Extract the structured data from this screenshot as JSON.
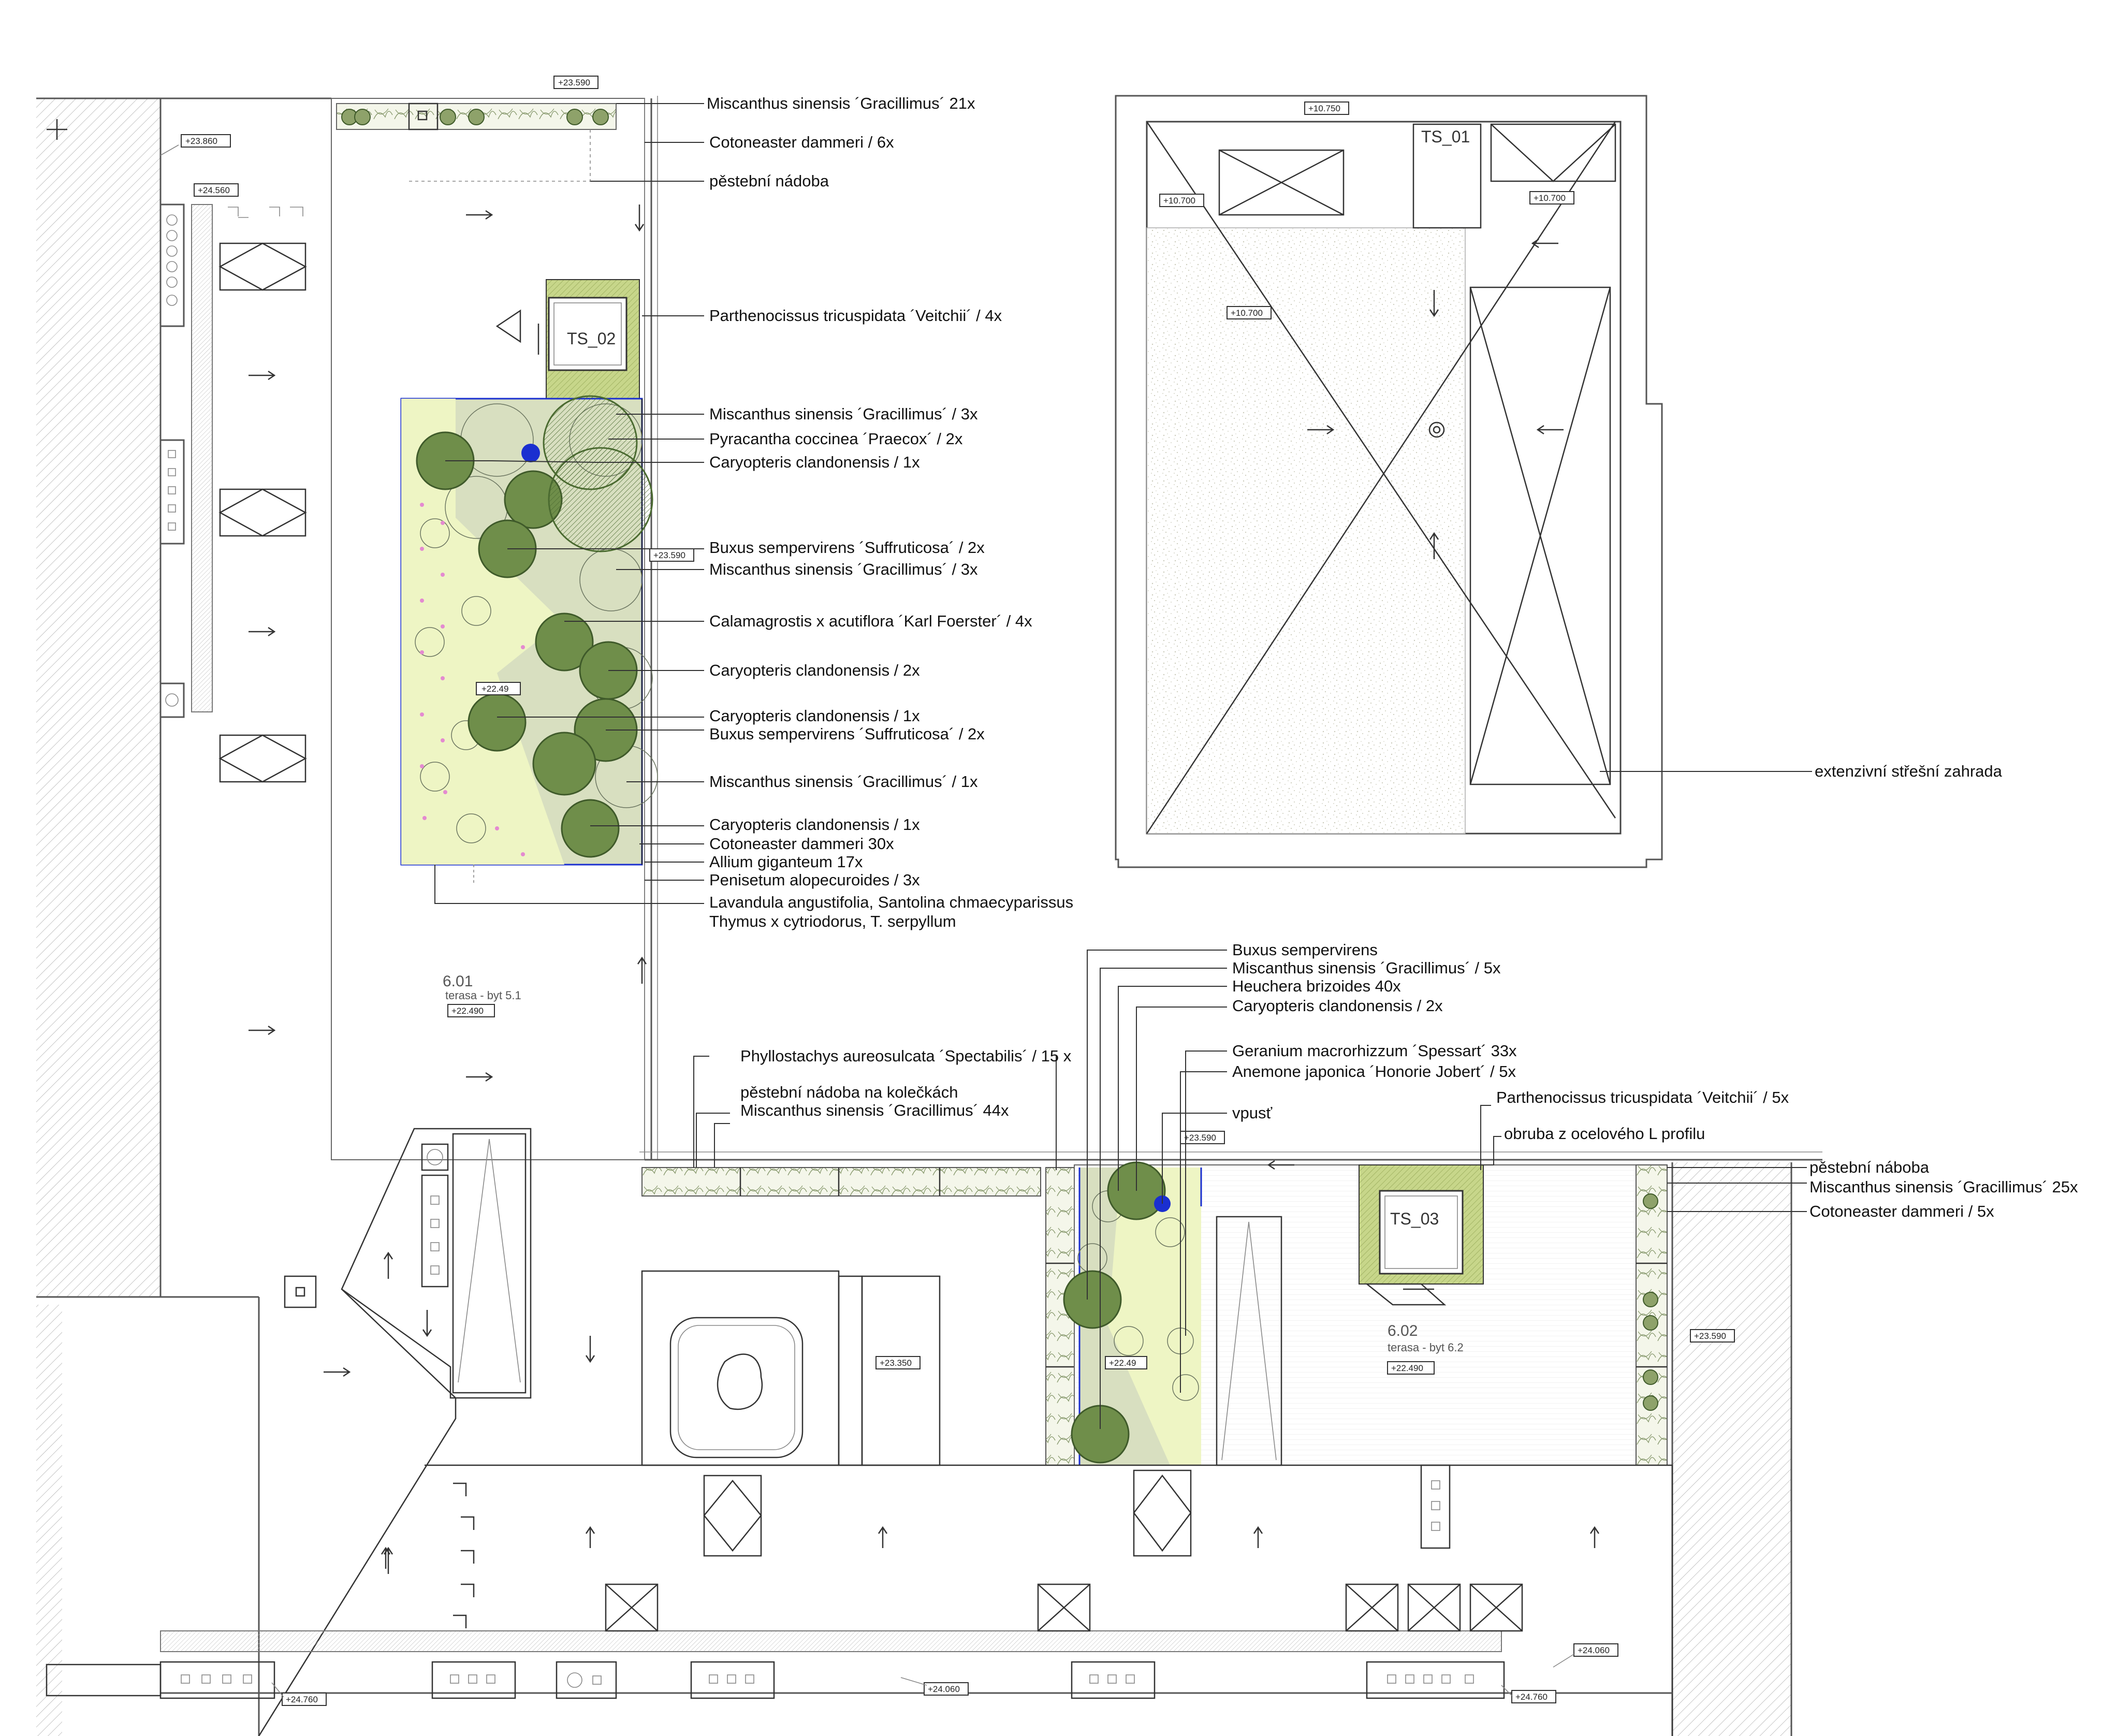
{
  "labels": [
    "Miscanthus sinensis ´Gracillimus´ 21x",
    "Cotoneaster dammeri / 6x",
    "pěstební nádoba",
    "Parthenocissus tricuspidata ´Veitchii´ / 4x",
    "Miscanthus sinensis ´Gracillimus´ / 3x",
    "Pyracantha coccinea ´Praecox´ / 2x",
    "Caryopteris clandonensis / 1x",
    "Buxus sempervirens ´Suffruticosa´ / 2x",
    "Miscanthus sinensis ´Gracillimus´ / 3x",
    "Calamagrostis x acutiflora ´Karl Foerster´ / 4x",
    "Caryopteris clandonensis / 2x",
    "Caryopteris clandonensis / 1x",
    "Buxus sempervirens ´Suffruticosa´ / 2x",
    "Miscanthus sinensis ´Gracillimus´ / 1x",
    "Caryopteris clandonensis / 1x",
    "Cotoneaster dammeri 30x",
    "Allium giganteum 17x",
    "Penisetum alopecuroides / 3x",
    "Lavandula angustifolia, Santolina chmaecyparissus",
    "Thymus x cytriodorus, T. serpyllum",
    "extenzivní střešní zahrada",
    "Buxus sempervirens",
    "Miscanthus sinensis ´Gracillimus´ / 5x",
    "Heuchera brizoides 40x",
    "Caryopteris clandonensis / 2x",
    "Geranium macrorhizzum ´Spessart´ 33x",
    "Anemone japonica ´Honorie Jobert´ / 5x",
    "vpusť",
    "Phyllostachys aureosulcata ´Spectabilis´ / 15 x",
    "pěstební nádoba na kolečkách",
    "Miscanthus sinensis ´Gracillimus´ 44x",
    "Parthenocissus tricuspidata ´Veitchii´ / 5x",
    "obruba z ocelového L profilu",
    "pěstební náboba",
    "Miscanthus sinensis ´Gracillimus´ 25x",
    "Cotoneaster dammeri / 5x"
  ],
  "levels": [
    "+23.590",
    "+23.860",
    "+24.560",
    "+23.590",
    "+22.49",
    "+22.490",
    "+10.750",
    "+10.700",
    "+10.700",
    "+10.700",
    "+23.590",
    "+23.350",
    "+22.49",
    "+22.490",
    "+23.590",
    "+24.060",
    "+24.060",
    "+24.760",
    "+24.760"
  ],
  "units": {
    "ts_01": "TS_01",
    "ts_02": "TS_02",
    "ts_03": "TS_03"
  },
  "rooms": {
    "r601_number": "6.01",
    "r601_name": "terasa - byt 5.1",
    "r602_number": "6.02",
    "r602_name": "terasa - byt 6.2"
  },
  "colors": {
    "lawn": "#eef5c4",
    "shrub_area": "#d8dfc0",
    "tree_fill": "#6f8e4a",
    "tree_dark": "#3f5a2a",
    "drain": "#1a2fd0",
    "hatch": "#9a9a9a",
    "planter_green": "#c7d68a"
  }
}
